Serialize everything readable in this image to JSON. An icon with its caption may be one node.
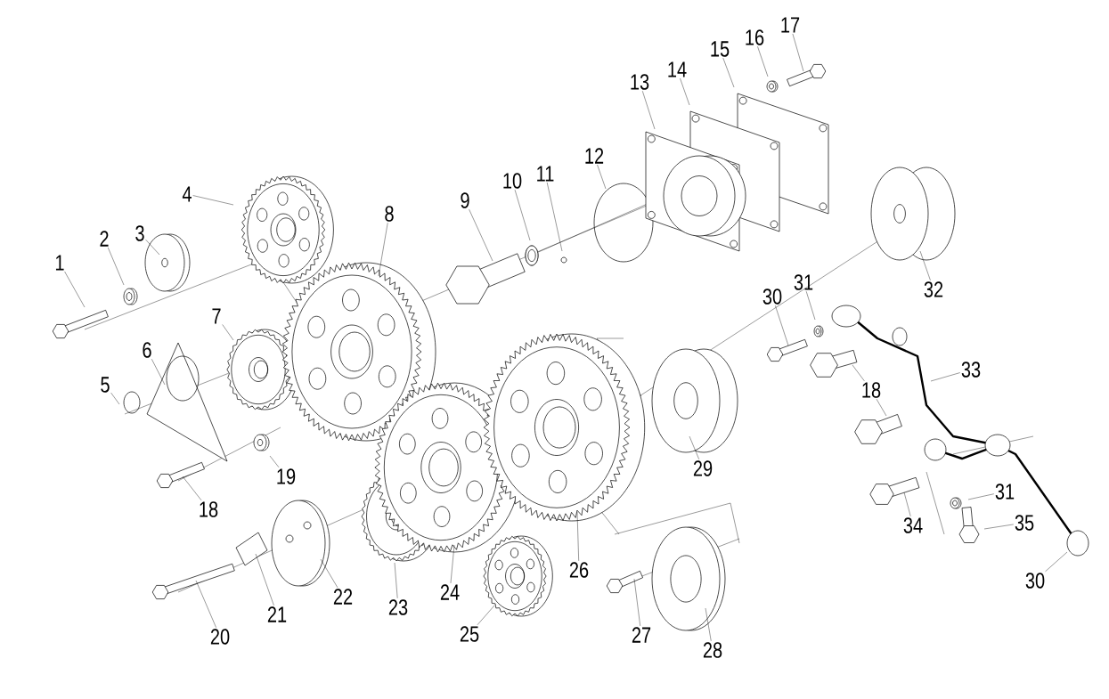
{
  "diagram": {
    "nodes": [
      {
        "text": [
          "1"
        ]
      },
      {
        "text": [
          "2"
        ]
      },
      {
        "text": [
          "3"
        ]
      },
      {
        "text": [
          "4"
        ]
      },
      {
        "text": [
          "5"
        ]
      },
      {
        "text": [
          "6"
        ]
      },
      {
        "text": [
          "7"
        ]
      },
      {
        "text": [
          "8"
        ]
      },
      {
        "text": [
          "9"
        ]
      },
      {
        "text": [
          "10"
        ]
      },
      {
        "text": [
          "11"
        ]
      },
      {
        "text": [
          "12"
        ]
      },
      {
        "text": [
          "13"
        ]
      },
      {
        "text": [
          "14"
        ]
      },
      {
        "text": [
          "15"
        ]
      },
      {
        "text": [
          "16"
        ]
      },
      {
        "text": [
          "17"
        ]
      },
      {
        "text": [
          "18"
        ]
      },
      {
        "text": [
          "19"
        ]
      },
      {
        "text": [
          "20"
        ]
      },
      {
        "text": [
          "21"
        ]
      },
      {
        "text": [
          "22"
        ]
      },
      {
        "text": [
          "23"
        ]
      },
      {
        "text": [
          "24"
        ]
      },
      {
        "text": [
          "25"
        ]
      },
      {
        "text": [
          "26"
        ]
      },
      {
        "text": [
          "27"
        ]
      },
      {
        "text": [
          "28"
        ]
      },
      {
        "text": [
          "29"
        ]
      },
      {
        "text": [
          "30"
        ]
      },
      {
        "text": [
          "31"
        ]
      },
      {
        "text": [
          "32"
        ]
      },
      {
        "text": [
          "33"
        ]
      },
      {
        "text": [
          "18"
        ]
      },
      {
        "text": [
          "34"
        ]
      },
      {
        "text": [
          "31"
        ]
      },
      {
        "text": [
          "35"
        ]
      },
      {
        "text": [
          "30"
        ]
      }
    ],
    "edges": [
      {
        "from": 0,
        "to": null,
        "arrow": "none"
      },
      {
        "from": 1,
        "to": null,
        "arrow": "none"
      },
      {
        "from": 2,
        "to": null,
        "arrow": "none"
      },
      {
        "from": 3,
        "to": null,
        "arrow": "none"
      },
      {
        "from": 4,
        "to": null,
        "arrow": "none"
      },
      {
        "from": 5,
        "to": null,
        "arrow": "none"
      },
      {
        "from": 6,
        "to": null,
        "arrow": "none"
      },
      {
        "from": 7,
        "to": null,
        "arrow": "none"
      },
      {
        "from": 8,
        "to": null,
        "arrow": "none"
      },
      {
        "from": 9,
        "to": null,
        "arrow": "none"
      },
      {
        "from": 10,
        "to": null,
        "arrow": "none"
      },
      {
        "from": 11,
        "to": null,
        "arrow": "none"
      },
      {
        "from": 12,
        "to": null,
        "arrow": "none"
      },
      {
        "from": 13,
        "to": null,
        "arrow": "none"
      },
      {
        "from": 14,
        "to": null,
        "arrow": "none"
      },
      {
        "from": 15,
        "to": null,
        "arrow": "none"
      },
      {
        "from": 16,
        "to": null,
        "arrow": "none"
      },
      {
        "from": 17,
        "to": null,
        "arrow": "none"
      },
      {
        "from": 18,
        "to": null,
        "arrow": "none"
      },
      {
        "from": 19,
        "to": null,
        "arrow": "none"
      },
      {
        "from": 20,
        "to": null,
        "arrow": "none"
      },
      {
        "from": 21,
        "to": null,
        "arrow": "none"
      },
      {
        "from": 22,
        "to": null,
        "arrow": "none"
      },
      {
        "from": 23,
        "to": null,
        "arrow": "none"
      },
      {
        "from": 24,
        "to": null,
        "arrow": "none"
      },
      {
        "from": 25,
        "to": null,
        "arrow": "none"
      },
      {
        "from": 26,
        "to": null,
        "arrow": "none"
      },
      {
        "from": 27,
        "to": null,
        "arrow": "none"
      },
      {
        "from": 28,
        "to": null,
        "arrow": "none"
      },
      {
        "from": 29,
        "to": null,
        "arrow": "none"
      },
      {
        "from": 30,
        "to": null,
        "arrow": "none"
      },
      {
        "from": 31,
        "to": null,
        "arrow": "none"
      },
      {
        "from": 32,
        "to": null,
        "arrow": "none"
      },
      {
        "from": 33,
        "to": null,
        "arrow": "none"
      },
      {
        "from": 33,
        "to": null,
        "arrow": "none"
      },
      {
        "from": 34,
        "to": null,
        "arrow": "none"
      },
      {
        "from": 35,
        "to": null,
        "arrow": "none"
      },
      {
        "from": 36,
        "to": null,
        "arrow": "none"
      },
      {
        "from": 37,
        "to": null,
        "arrow": "none"
      }
    ]
  }
}
